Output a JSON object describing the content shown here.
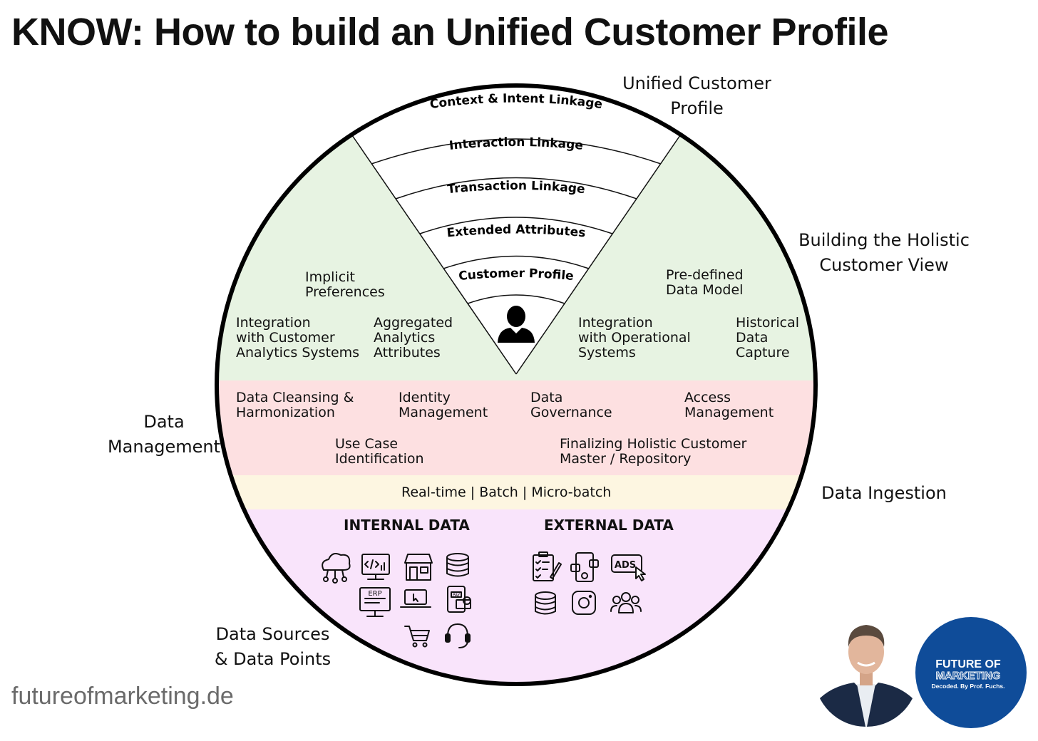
{
  "title": "KNOW: How to build an Unified Customer Profile",
  "footer_url": "futureofmarketing.de",
  "side_labels": {
    "unified_customer_profile": "Unified Customer\nProfile",
    "holistic_view": "Building the Holistic\nCustomer View",
    "data_management": "Data\nManagement",
    "data_ingestion": "Data Ingestion",
    "data_sources": "Data Sources\n& Data Points"
  },
  "funnel_bands": [
    "Context & Intent Linkage",
    "Interaction Linkage",
    "Transaction Linkage",
    "Extended Attributes",
    "Customer Profile"
  ],
  "holistic_items": {
    "implicit_preferences": "Implicit\nPreferences",
    "integration_customer_analytics": "Integration\nwith Customer\nAnalytics Systems",
    "aggregated_analytics": "Aggregated\nAnalytics\nAttributes",
    "predefined_data_model": "Pre-defined\nData Model",
    "integration_operational": "Integration\nwith Operational\nSystems",
    "historical_data_capture": "Historical\nData\nCapture"
  },
  "management_items": {
    "data_cleansing": "Data Cleansing &\nHarmonization",
    "identity_management": "Identity\nManagement",
    "data_governance": "Data\nGovernance",
    "access_management": "Access\nManagement",
    "use_case_identification": "Use Case\nIdentification",
    "finalizing_master": "Finalizing Holistic Customer\nMaster / Repository"
  },
  "ingestion_modes": "Real-time | Batch | Micro-batch",
  "internal_data": {
    "heading": "INTERNAL DATA",
    "icons": [
      "cloud-network-icon",
      "code-monitor-icon",
      "storefront-icon",
      "database-icon",
      "erp-monitor-icon",
      "laptop-cursor-icon",
      "mobile-pay-icon",
      "shopping-cart-icon",
      "headset-icon"
    ],
    "erp_label": "ERP",
    "pay_label": "PAY"
  },
  "external_data": {
    "heading": "EXTERNAL DATA",
    "icons": [
      "clipboard-checklist-icon",
      "social-phone-icon",
      "ads-click-icon",
      "database-icon",
      "instagram-icon",
      "community-icon"
    ],
    "ads_label": "ADS"
  },
  "badge": {
    "line1": "FUTURE OF",
    "line2": "MARKETING",
    "line3": "Decoded. By Prof. Fuchs."
  },
  "colors": {
    "holistic_band": "#e7f3e2",
    "management_band": "#fde0e1",
    "ingestion_band": "#fdf6e1",
    "sources_band": "#f9e4fb",
    "badge_blue": "#0f4c99",
    "footer_grey": "#6a6a6a"
  }
}
